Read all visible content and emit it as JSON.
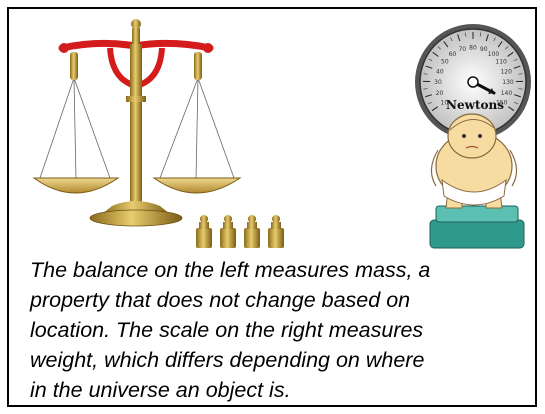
{
  "caption": {
    "lines": [
      "The balance on the left measures mass, a",
      "property that does not change based on",
      "location.  The scale on the right measures",
      "weight, which differs depending on where",
      "in the universe an object is."
    ]
  },
  "scale_dial": {
    "unit_label": "Newtons",
    "tick_labels": [
      "10",
      "20",
      "30",
      "40",
      "50",
      "60",
      "70",
      "80",
      "90",
      "100",
      "110",
      "120",
      "130",
      "140",
      "150"
    ]
  },
  "colors": {
    "border": "#000000",
    "balance_beam": "#d41c1c",
    "brass": "#c9a73a",
    "brass_dark": "#8a6a1a",
    "pan": "#d9b55e",
    "dial_face": "#e6e6e6",
    "skin": "#f6dca0",
    "scale_platform": "#2f9a8c"
  },
  "icons": {
    "balance": "balance-scale-icon",
    "weights": "brass-weights-icon",
    "dial": "newton-dial-icon",
    "person": "baby-on-scale-icon"
  }
}
